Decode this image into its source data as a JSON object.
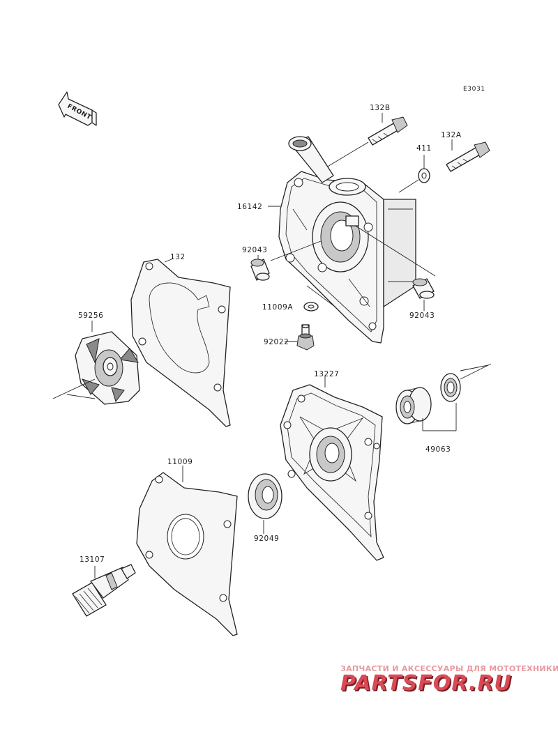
{
  "diagram": {
    "ref_code": "E3031",
    "front_label": "FRONT",
    "parts": [
      {
        "id": "p-132b",
        "label": "132B"
      },
      {
        "id": "p-132a",
        "label": "132A"
      },
      {
        "id": "p-411",
        "label": "411"
      },
      {
        "id": "p-16142",
        "label": "16142"
      },
      {
        "id": "p-92043-left",
        "label": "92043"
      },
      {
        "id": "p-92043-right",
        "label": "92043"
      },
      {
        "id": "p-11009a",
        "label": "11009A"
      },
      {
        "id": "p-92022",
        "label": "92022"
      },
      {
        "id": "p-132",
        "label": "132"
      },
      {
        "id": "p-59256",
        "label": "59256"
      },
      {
        "id": "p-13227",
        "label": "13227"
      },
      {
        "id": "p-49063",
        "label": "49063"
      },
      {
        "id": "p-11009",
        "label": "11009"
      },
      {
        "id": "p-92049",
        "label": "92049"
      },
      {
        "id": "p-13107",
        "label": "13107"
      }
    ]
  },
  "watermark": {
    "tagline": "ЗАПЧАСТИ И АКСЕССУАРЫ ДЛЯ МОТОТЕХНИКИ",
    "logo": "PARTSFOR.RU"
  }
}
